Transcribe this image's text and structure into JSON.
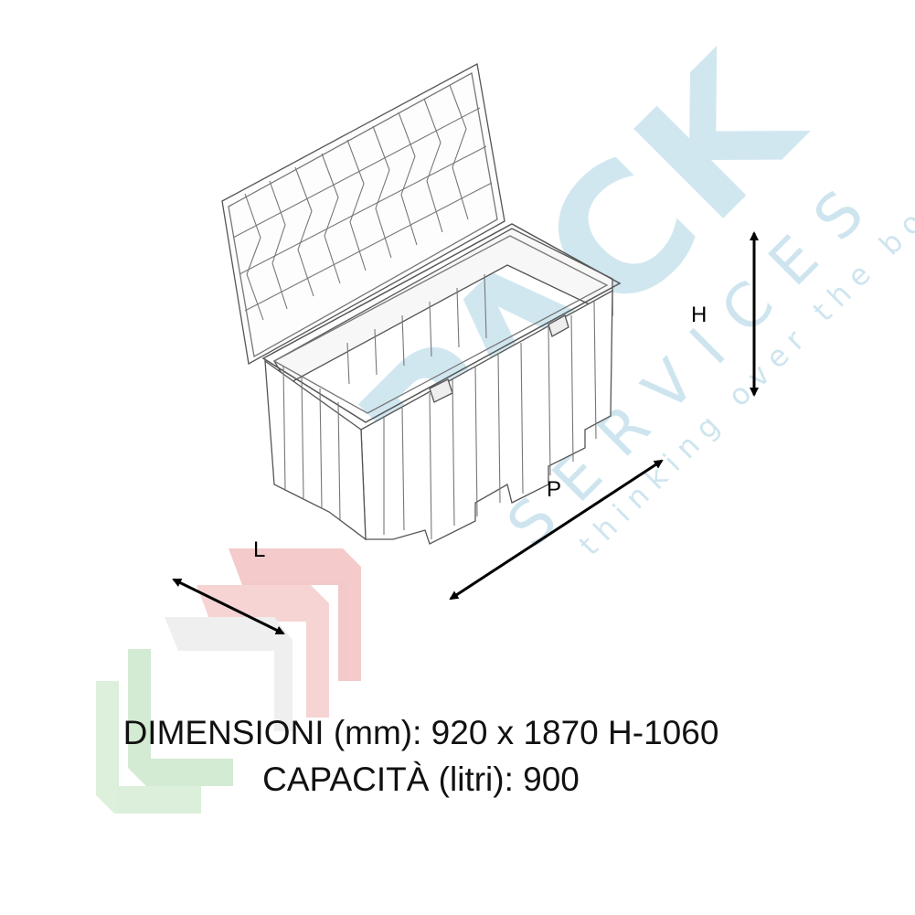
{
  "watermark": {
    "brand": "PACK",
    "services": "SERVICES",
    "tagline": "thinking over the box",
    "colors": {
      "blue": "#c9e3ee",
      "red": "#f3c4c4",
      "green": "#cfe8cf"
    }
  },
  "diagram": {
    "labels": {
      "height": "H",
      "depth": "P",
      "length": "L"
    },
    "line_color": "#555555",
    "arrow_color": "#000000"
  },
  "specs": {
    "dimensions": "DIMENSIONI (mm): 920 x 1870 H-1060",
    "capacity": "CAPACITÀ (litri): 900"
  }
}
